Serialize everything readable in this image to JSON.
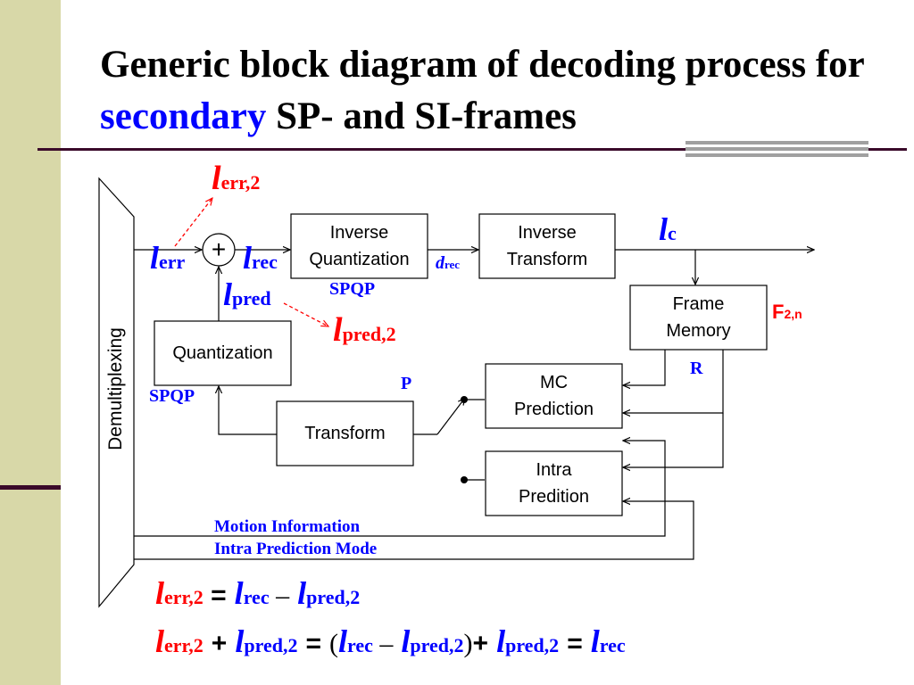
{
  "slide": {
    "title_part1": "Generic block diagram of decoding process for ",
    "title_accent": "secondary",
    "title_part2": " SP- and SI-frames"
  },
  "blocks": {
    "demux": "Demultiplexing",
    "inv_quant_line1": "Inverse",
    "inv_quant_line2": "Quantization",
    "inv_transform_line1": "Inverse",
    "inv_transform_line2": "Transform",
    "frame_memory_line1": "Frame",
    "frame_memory_line2": "Memory",
    "quantization": "Quantization",
    "transform": "Transform",
    "mc_line1": "MC",
    "mc_line2": "Prediction",
    "intra_line1": "Intra",
    "intra_line2": "Predition",
    "adder_symbol": "+"
  },
  "labels": {
    "l": "l",
    "sub_err": "err",
    "sub_rec": "rec",
    "sub_pred": "pred",
    "sub_c": "c",
    "sub_err2": "err,2",
    "sub_pred2": "pred,2",
    "d": "d",
    "spqp": "SPQP",
    "p": "P",
    "r": "R",
    "f": "F",
    "f_sub": "2,n",
    "motion_info": "Motion Information",
    "intra_mode": "Intra Prediction Mode"
  },
  "equations": {
    "eq_sign": "=",
    "minus": "–",
    "plus": "+",
    "open_paren": "(",
    "close_paren": ")"
  },
  "colors": {
    "band": "#d8d8a8",
    "rule": "#3a0a2a",
    "accent": "#0000ff",
    "red": "#ff0000"
  }
}
